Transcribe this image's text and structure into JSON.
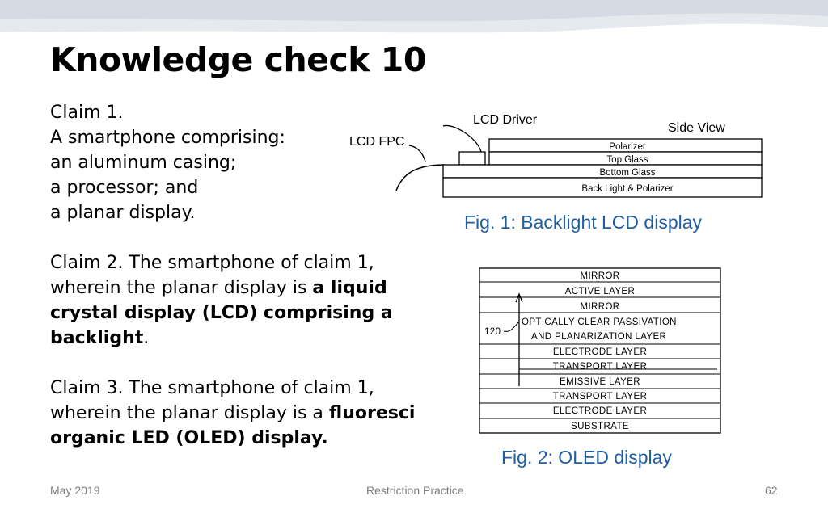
{
  "slide": {
    "title": "Knowledge check 10"
  },
  "claims": {
    "claim1_heading": "Claim 1.",
    "claim1_lines": [
      "A smartphone comprising:",
      "an aluminum casing;",
      "a processor; and",
      "a planar display."
    ],
    "claim2_line1": "Claim 2. The smartphone of claim 1,",
    "claim2_pre": "wherein the planar display is ",
    "claim2_bold_a": "a liquid",
    "claim2_bold_b": "crystal display (LCD) comprising a",
    "claim2_bold_c": "backlight",
    "claim2_end": ".",
    "claim3_line1": "Claim 3. The smartphone of claim 1,",
    "claim3_pre": "wherein the planar display is a ",
    "claim3_bold_a": "fluoresci",
    "claim3_bold_b": "organic LED (OLED) display."
  },
  "fig1": {
    "caption": "Fig. 1: Backlight LCD display",
    "labels": {
      "driver": "LCD Driver",
      "fpc": "LCD FPC",
      "view": "Side View",
      "polarizer": "Polarizer",
      "top_glass": "Top Glass",
      "bottom_glass": "Bottom Glass",
      "backlight": "Back Light & Polarizer"
    }
  },
  "fig2": {
    "caption": "Fig. 2: OLED display",
    "ref_number": "120",
    "layers": [
      "MIRROR",
      "ACTIVE  LAYER",
      "MIRROR",
      "OPTICALLY  CLEAR  PASSIVATION",
      "AND  PLANARIZATION  LAYER",
      "ELECTRODE  LAYER",
      "TRANSPORT  LAYER",
      "EMISSIVE  LAYER",
      "TRANSPORT  LAYER",
      "ELECTRODE  LAYER",
      "SUBSTRATE"
    ]
  },
  "footer": {
    "date": "May 2019",
    "center": "Restriction Practice",
    "page": "62"
  },
  "colors": {
    "caption": "#1f5fa0",
    "footer": "#7f7f7f",
    "band": "#dfe3ea"
  }
}
